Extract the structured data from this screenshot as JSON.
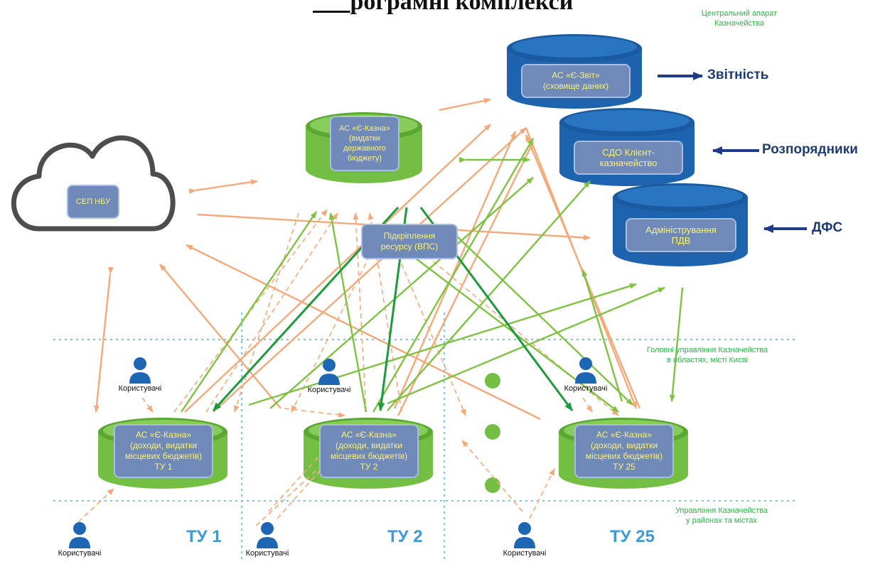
{
  "title_fragment": "рограмні комплекси",
  "zones": {
    "central": [
      "Центральний апарат",
      "Казначейства"
    ],
    "regional": [
      "Головні управління Казначейства",
      "в областях, місті Києві"
    ],
    "district": [
      "Управління Казначейства",
      "у районах та містах"
    ]
  },
  "central_systems": {
    "e_zvit": [
      "АС «Є-Звіт»",
      "(сховище даних)"
    ],
    "sdo": [
      "СДО Клієнт-",
      "казначейство"
    ],
    "pdv": [
      "Адміністрування",
      "ПДВ"
    ]
  },
  "external": {
    "reports": "Звітність",
    "managers": "Розпорядники",
    "dfs": "ДФС"
  },
  "e_kazna_central": [
    "АС «Є-Казна»",
    "(видатки",
    "державного",
    "бюджету)"
  ],
  "sep_nbu": "СЕП НБУ",
  "resource": [
    "Підкріплення",
    "ресурсу (ВПС)"
  ],
  "local_systems": [
    {
      "lines": [
        "АС «Є-Казна»",
        "(доходи, видатки",
        "місцевих бюджетів)",
        "ТУ 1"
      ]
    },
    {
      "lines": [
        "АС «Є-Казна»",
        "(доходи, видатки",
        "місцевих бюджетів)",
        "ТУ 2"
      ]
    },
    {
      "lines": [
        "АС «Є-Казна»",
        "(доходи, видатки",
        "місцевих бюджетів)",
        "ТУ 25"
      ]
    }
  ],
  "users_label": "Користувачі",
  "tu_labels": [
    "ТУ 1",
    "ТУ 2",
    "ТУ 25"
  ],
  "colors": {
    "blue_db": "#1e63ad",
    "green_db": "#72bf44",
    "orange_arrow": "#f3a97a",
    "green_arrow": "#7fc241",
    "dark_green_arrow": "#1c9a3c",
    "navy_arrow": "#1f3b8c",
    "user_icon": "#1d66b3",
    "zone_text": "#2db34a",
    "tu_text": "#3d9ad6"
  }
}
